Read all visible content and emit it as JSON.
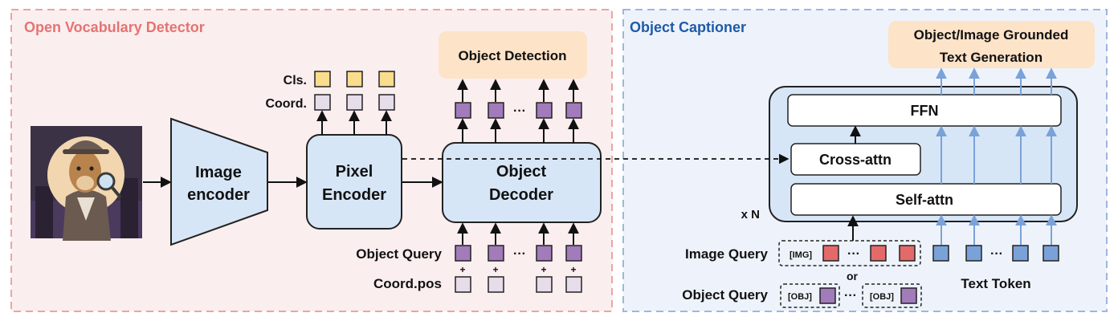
{
  "left_panel": {
    "title": "Open Vocabulary Detector",
    "image_encoder": [
      "Image",
      "encoder"
    ],
    "pixel_encoder": [
      "Pixel",
      "Encoder"
    ],
    "object_decoder": [
      "Object",
      "Decoder"
    ],
    "cls_label": "Cls.",
    "coord_label": "Coord.",
    "object_detection": "Object Detection",
    "object_query": "Object Query",
    "coord_pos": "Coord.pos",
    "ellipsis": "···",
    "plus": "+"
  },
  "right_panel": {
    "title": "Object Captioner",
    "output": [
      "Object/Image Grounded",
      "Text Generation"
    ],
    "ffn": "FFN",
    "cross_attn": "Cross-attn",
    "self_attn": "Self-attn",
    "repeat": "x N",
    "image_query": "Image Query",
    "img_token": "[IMG]",
    "or_label": "or",
    "object_query": "Object Query",
    "obj_token": "[OBJ]",
    "text_token": "Text Token",
    "ellipsis": "···"
  },
  "colors": {
    "left_bg": "#fbeeee",
    "left_border": "#e8a6a6",
    "left_title": "#e57373",
    "right_bg": "#eef3fb",
    "right_border": "#9fb6dd",
    "right_title": "#1f5aa6",
    "block_fill": "#d7e6f7",
    "output_fill": "#fde3c8",
    "cls_yellow": "#f9dc8c",
    "coord_lavender": "#e6dcea",
    "query_purple": "#a27bbb",
    "img_red": "#e46a6a",
    "text_blue": "#7aa2d8",
    "arrow_blue": "#7aa2d8"
  }
}
